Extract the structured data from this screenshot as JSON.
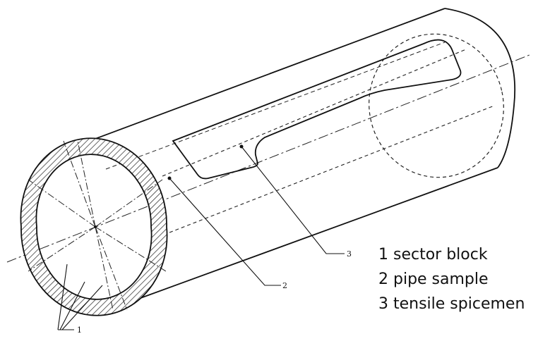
{
  "callouts": {
    "one": "1",
    "two": "2",
    "three": "3"
  },
  "legend": [
    {
      "label": "1 sector block"
    },
    {
      "label": "2 pipe sample"
    },
    {
      "label": "3 tensile spicemen"
    }
  ]
}
